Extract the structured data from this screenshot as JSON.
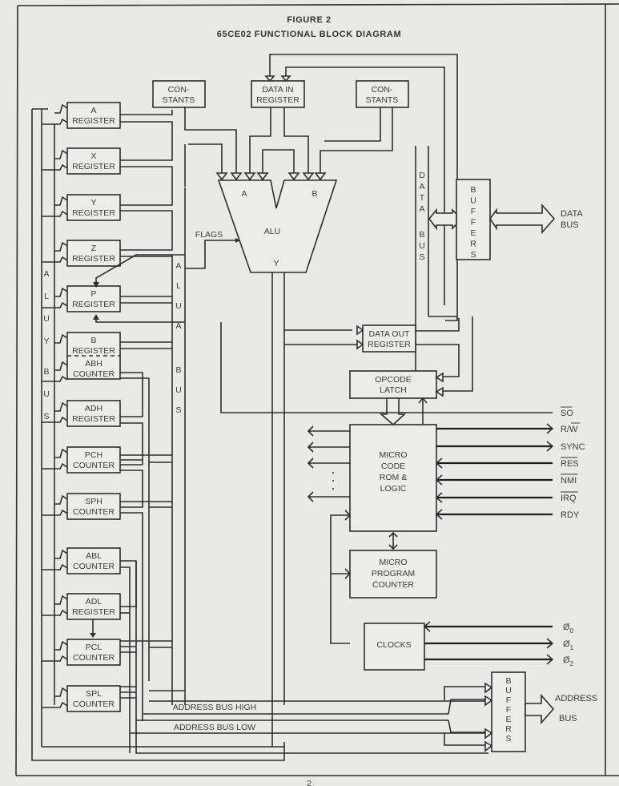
{
  "figure": {
    "label": "FIGURE 2",
    "title": "65CE02 FUNCTIONAL BLOCK DIAGRAM",
    "page_number": "2"
  },
  "blocks": {
    "constants_left": [
      "CON-",
      "STANTS"
    ],
    "data_in_register": [
      "DATA IN",
      "REGISTER"
    ],
    "constants_right": [
      "CON-",
      "STANTS"
    ],
    "alu": {
      "label": "ALU",
      "input_a": "A",
      "input_b": "B",
      "output_y": "Y",
      "flags": "FLAGS"
    },
    "data_out_register": [
      "DATA OUT",
      "REGISTER"
    ],
    "opcode_latch": [
      "OPCODE",
      "LATCH"
    ],
    "microcode_rom": [
      "MICRO",
      "CODE",
      "ROM &",
      "LOGIC"
    ],
    "micro_program_counter": [
      "MICRO",
      "PROGRAM",
      "COUNTER"
    ],
    "clocks": "CLOCKS",
    "data_buffers": "BUFFERS",
    "address_buffers": "BUFFERS"
  },
  "registers": [
    {
      "id": "a",
      "lines": [
        "A",
        "REGISTER"
      ]
    },
    {
      "id": "x",
      "lines": [
        "X",
        "REGISTER"
      ]
    },
    {
      "id": "y",
      "lines": [
        "Y",
        "REGISTER"
      ]
    },
    {
      "id": "z",
      "lines": [
        "Z",
        "REGISTER"
      ]
    },
    {
      "id": "p",
      "lines": [
        "P",
        "REGISTER"
      ]
    },
    {
      "id": "b",
      "lines": [
        "B",
        "REGISTER"
      ]
    },
    {
      "id": "abh",
      "lines": [
        "ABH",
        "COUNTER"
      ]
    },
    {
      "id": "adh",
      "lines": [
        "ADH",
        "REGISTER"
      ]
    },
    {
      "id": "pch",
      "lines": [
        "PCH",
        "COUNTER"
      ]
    },
    {
      "id": "sph",
      "lines": [
        "SPH",
        "COUNTER"
      ]
    },
    {
      "id": "abl",
      "lines": [
        "ABL",
        "COUNTER"
      ]
    },
    {
      "id": "adl",
      "lines": [
        "ADL",
        "REGISTER"
      ]
    },
    {
      "id": "pcl",
      "lines": [
        "PCL",
        "COUNTER"
      ]
    },
    {
      "id": "spl",
      "lines": [
        "SPL",
        "COUNTER"
      ]
    }
  ],
  "buses": {
    "alu_y_bus": "ALUYBUS",
    "alu_a_bus": "ALUABUS",
    "data_bus_internal": "DATABUS",
    "address_bus_high": "ADDRESS BUS HIGH",
    "address_bus_low": "ADDRESS BUS LOW",
    "external_data_bus": [
      "DATA",
      "BUS"
    ],
    "external_address_bus": [
      "ADDRESS",
      "BUS"
    ]
  },
  "signals": [
    {
      "name": "SO",
      "overline": true,
      "direction": "in"
    },
    {
      "name": "R/",
      "suffix": "W",
      "suffix_overline": true,
      "direction": "out"
    },
    {
      "name": "SYNC",
      "overline": false,
      "direction": "out"
    },
    {
      "name": "RES",
      "overline": true,
      "direction": "in"
    },
    {
      "name": "NMI",
      "overline": true,
      "direction": "in"
    },
    {
      "name": "IRQ",
      "overline": true,
      "direction": "in"
    },
    {
      "name": "RDY",
      "overline": false,
      "direction": "in"
    }
  ],
  "clock_signals": [
    {
      "symbol": "Ø",
      "sub": "0",
      "direction": "in"
    },
    {
      "symbol": "Ø",
      "sub": "1",
      "direction": "out"
    },
    {
      "symbol": "Ø",
      "sub": "2",
      "direction": "out"
    }
  ],
  "colors": {
    "paper": "#e9e9e7",
    "ink": "#2e2e2e"
  }
}
